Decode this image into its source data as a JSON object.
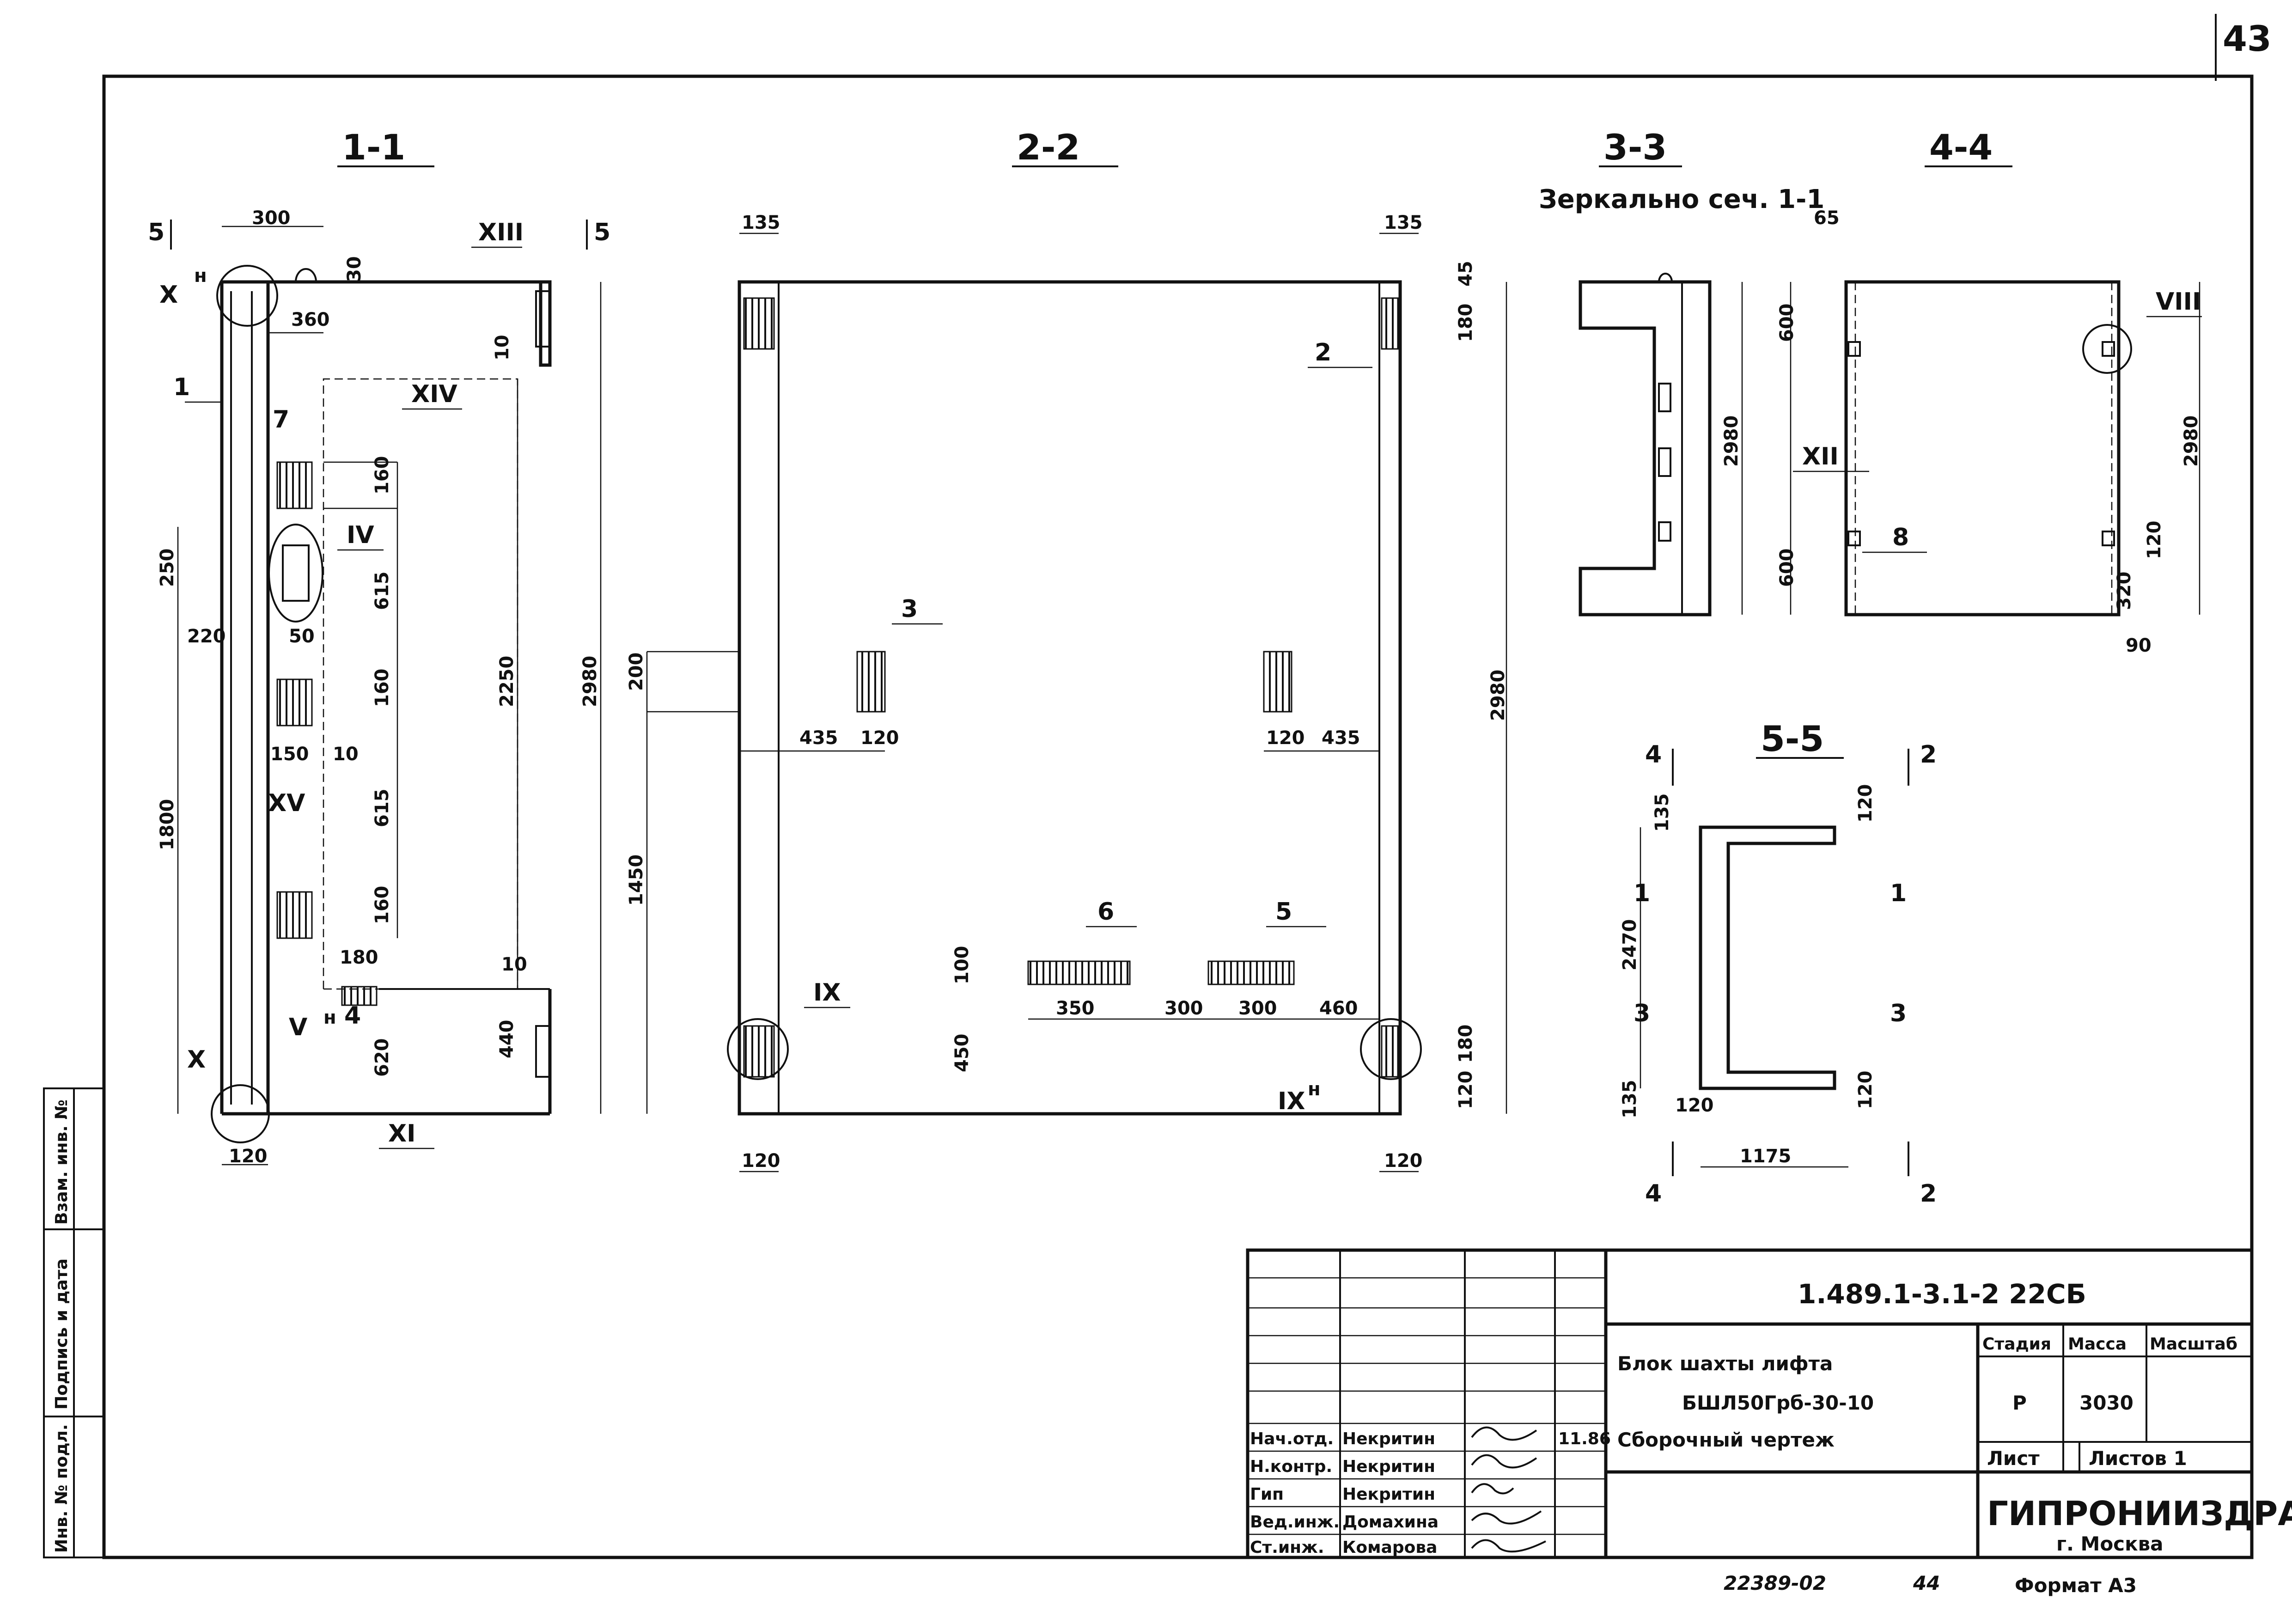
{
  "page_number": "43",
  "sections": {
    "s1": "1-1",
    "s2": "2-2",
    "s3": "3-3",
    "s4": "4-4",
    "s5": "5-5",
    "s3_note": "Зеркально сеч. 1-1"
  },
  "cut_marks": {
    "five": "5",
    "four": "4",
    "two": "2",
    "one": "1",
    "three": "3"
  },
  "callouts": {
    "X_h": "X",
    "X": "X",
    "XIII": "XIII",
    "XIV": "XIV",
    "IV": "IV",
    "XV": "XV",
    "V_h": "V",
    "XI": "XI",
    "IX": "IX",
    "IX_h": "IX",
    "XII": "XII",
    "VIII": "VIII",
    "h": "н"
  },
  "positions": {
    "p1": "1",
    "p2": "2",
    "p3": "3",
    "p4": "4",
    "p5": "5",
    "p6": "6",
    "p7": "7",
    "p8": "8"
  },
  "dims": {
    "d300": "300",
    "d30": "30",
    "d360": "360",
    "d10": "10",
    "d160": "160",
    "d250": "250",
    "d220": "220",
    "d50": "50",
    "d615": "615",
    "d150": "150",
    "d1800": "1800",
    "d2250": "2250",
    "d2980": "2980",
    "d180": "180",
    "d620": "620",
    "d440": "440",
    "d120": "120",
    "d135": "135",
    "d45": "45",
    "d200": "200",
    "d435": "435",
    "d1450": "1450",
    "d100": "100",
    "d350": "350",
    "d460": "460",
    "d450": "450",
    "d65": "65",
    "d600": "600",
    "d320": "320",
    "d90": "90",
    "d2470": "2470",
    "d1175": "1175"
  },
  "side_stamp": {
    "inv_podl": "Инв. № подл.",
    "podpis": "Подпись и дата",
    "vzam": "Взам. инв. №"
  },
  "title_block": {
    "code": "1.489.1-3.1-2 22СБ",
    "name_line1": "Блок шахты лифта",
    "name_line2": "БШЛ50Грб-30-10",
    "name_line3": "Сборочный чертеж",
    "stadia_label": "Стадия",
    "massa_label": "Масса",
    "masshtab_label": "Масштаб",
    "stadia_value": "Р",
    "massa_value": "3030",
    "list_label": "Лист",
    "listov_label": "Листов 1",
    "org_name": "ГИПРОНИИЗДРАВ",
    "org_city": "г. Москва",
    "date": "11.86",
    "rows": [
      {
        "role": "Нач.отд.",
        "name": "Некритин"
      },
      {
        "role": "Н.контр.",
        "name": "Некритин"
      },
      {
        "role": "Гип",
        "name": "Некритин"
      },
      {
        "role": "Вед.инж.",
        "name": "Домахина"
      },
      {
        "role": "Ст.инж.",
        "name": "Комарова"
      }
    ]
  },
  "footer": {
    "doc_no": "22389-02",
    "sheet_no": "44",
    "format": "Формат А3"
  }
}
